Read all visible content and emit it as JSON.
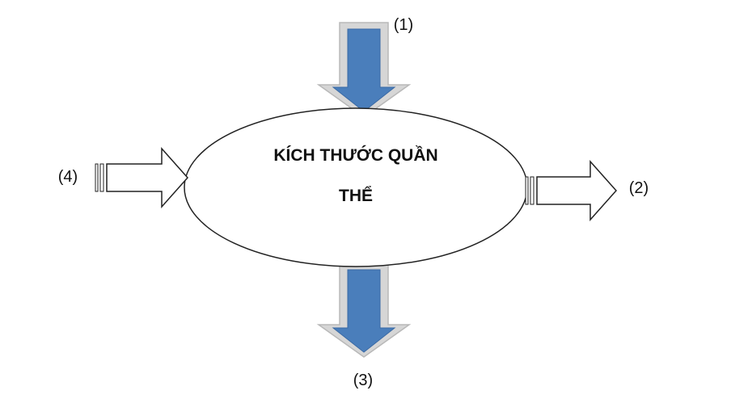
{
  "diagram": {
    "center_line1": "KÍCH THƯỚC QUẦN",
    "center_line2": "THỂ",
    "label_top": "(1)",
    "label_right": "(2)",
    "label_bottom": "(3)",
    "label_left": "(4)"
  },
  "colors": {
    "arrow_fill": "#4a7ebb",
    "arrow_shadow": "#c8c8c8",
    "outline": "#222222"
  }
}
